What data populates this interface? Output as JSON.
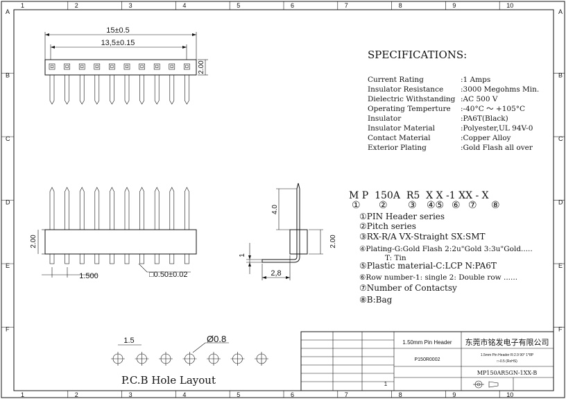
{
  "frame": {
    "col_marks": [
      "1",
      "2",
      "3",
      "4",
      "5",
      "6",
      "7",
      "8",
      "9",
      "10"
    ],
    "row_marks": [
      "A",
      "B",
      "C",
      "D",
      "E",
      "F"
    ]
  },
  "top_view": {
    "dim_overall": "15±0.5",
    "dim_pitch_span": "13,5±0.15",
    "dim_height": "2.00"
  },
  "front_view": {
    "dim_insulator_height": "2.00",
    "dim_pitch": "1.500",
    "dim_pin": "□0.50±0.02"
  },
  "side_view": {
    "dim_top_len": "4.0",
    "dim_side_height": "2.00",
    "dim_tail": "1",
    "dim_tail_len": "2,8"
  },
  "specifications": {
    "title": "SPECIFICATIONS:",
    "rows": [
      {
        "label": "Current Rating",
        "value": ":1 Amps"
      },
      {
        "label": "Insulator Resistance",
        "value": ":3000 Megohms Min."
      },
      {
        "label": "Dielectric Withstanding",
        "value": ":AC  500 V"
      },
      {
        "label": "Operating Temperture",
        "value": ":-40°C ～ +105°C"
      },
      {
        "label": "Insulator",
        "value": ":PA6T(Black)"
      },
      {
        "label": "Insulator Material",
        "value": ":Polyester,UL 94V-0"
      },
      {
        "label": "Contact Material",
        "value": ":Copper Alloy"
      },
      {
        "label": "Exterior Plating",
        "value": ":Gold Flash all over"
      }
    ]
  },
  "part_code": {
    "code": "M P  150A  R5  X X -1 XX - X",
    "markers": [
      "①",
      "②",
      "③",
      "④⑤",
      "⑥",
      "⑦",
      "⑧"
    ],
    "legend": [
      "①PIN Header series",
      "②Pitch series",
      "③RX-R/A VX-Straight SX:SMT",
      "④Plating-G:Gold Flash 2:2u\"Gold 3:3u\"Gold.....",
      "T: Tin",
      "⑤Plastic material-C:LCP  N:PA6T",
      "⑥Row number-1: single   2: Double row ......",
      "⑦Number of Contactsy",
      "⑧B:Bag"
    ]
  },
  "pcb": {
    "title": "P.C.B Hole Layout",
    "dim_pitch": "1.5",
    "dim_hole": "Ø0.8"
  },
  "title_block": {
    "product": "1.50mm Pin Header",
    "company": "东莞市铭发电子有限公司",
    "drawing_no": "P150R0002",
    "description_1": "1.5mm Pin Header R:2.9 90° 1*8P",
    "description_2": "□-0.5 (RoHS)",
    "part_no": "MP150AR5GN-1XX-B",
    "sheet": "1"
  }
}
